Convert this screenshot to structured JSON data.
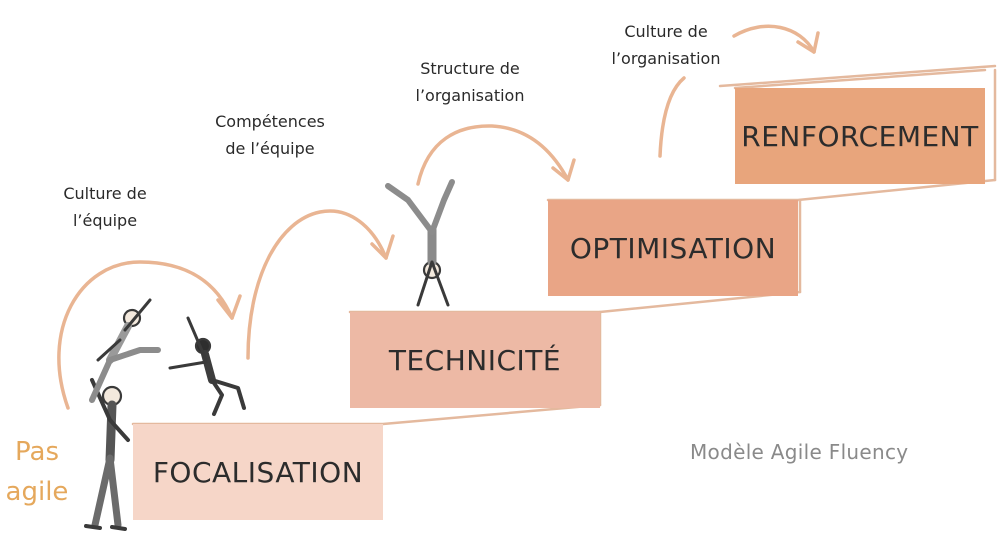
{
  "diagram": {
    "model_name": "Modèle Agile Fluency",
    "start_label": [
      "Pas",
      "agile"
    ],
    "levels": [
      {
        "label": "FOCALISATION",
        "caption": [
          "Culture de",
          "l’équipe"
        ]
      },
      {
        "label": "TECHNICITÉ",
        "caption": [
          "Compétences",
          "de l’équipe"
        ]
      },
      {
        "label": "OPTIMISATION",
        "caption": [
          "Structure de",
          "l’organisation"
        ]
      },
      {
        "label": "RENFORCEMENT",
        "caption": [
          "Culture de",
          "l’organisation"
        ]
      }
    ],
    "colors": {
      "step_1": "#f6d6c8",
      "step_2": "#edb9a5",
      "step_3": "#e9a586",
      "step_4": "#e8a57c",
      "arrow": "#e9b593",
      "not_agile_text": "#e5a85c",
      "model_text": "#8a8a8a",
      "stair_line": "#e4b99e"
    },
    "figures": [
      "climbing-people-figure",
      "dancer-figure",
      "handstand-figure"
    ]
  }
}
